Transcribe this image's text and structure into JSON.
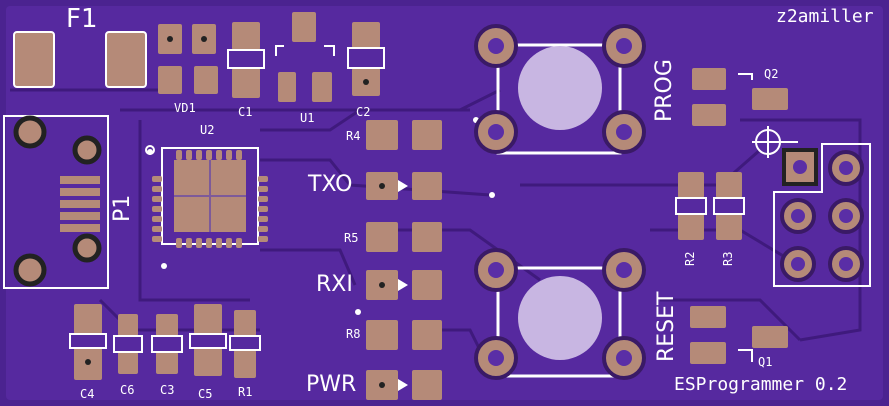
{
  "board": {
    "author": "z2amiller",
    "name": "ESProgrammer 0.2",
    "colors": {
      "substrate": "#4b2390",
      "copper": "#5a2ea6",
      "pad": "#b58a78",
      "silk": "#ffffff",
      "track": "#3d1a78"
    }
  },
  "labels": {
    "F1": "F1",
    "VD1": "VD1",
    "C1": "C1",
    "U1": "U1",
    "C2": "C2",
    "U2": "U2",
    "P1": "P1",
    "R4": "R4",
    "R5": "R5",
    "R8": "R8",
    "TXO": "TXO",
    "RXI": "RXI",
    "PWR": "PWR",
    "PROG": "PROG",
    "RESET": "RESET",
    "Q1": "Q1",
    "Q2": "Q2",
    "R2": "R2",
    "R3": "R3",
    "C3": "C3",
    "C4": "C4",
    "C5": "C5",
    "C6": "C6",
    "R1": "R1"
  }
}
